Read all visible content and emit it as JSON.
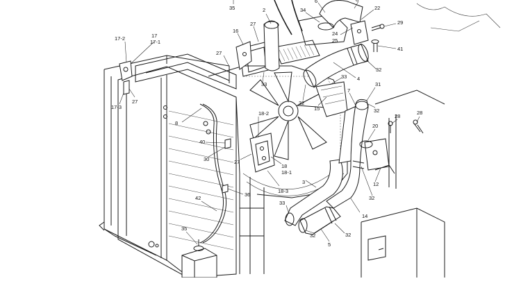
{
  "diagram": {
    "callouts": [
      "35",
      "2",
      "34",
      "6",
      "8",
      "22",
      "29",
      "27",
      "16",
      "17-2",
      "17",
      "17-1",
      "24",
      "25",
      "41",
      "27",
      "33",
      "32",
      "4",
      "33",
      "31",
      "32",
      "15",
      "7",
      "17-3",
      "27",
      "32",
      "28",
      "28",
      "8",
      "18-2",
      "20",
      "40",
      "30",
      "27",
      "18",
      "18-1",
      "12",
      "3",
      "18-3",
      "36",
      "32",
      "42",
      "33",
      "14",
      "32",
      "35",
      "5",
      "32"
    ]
  }
}
